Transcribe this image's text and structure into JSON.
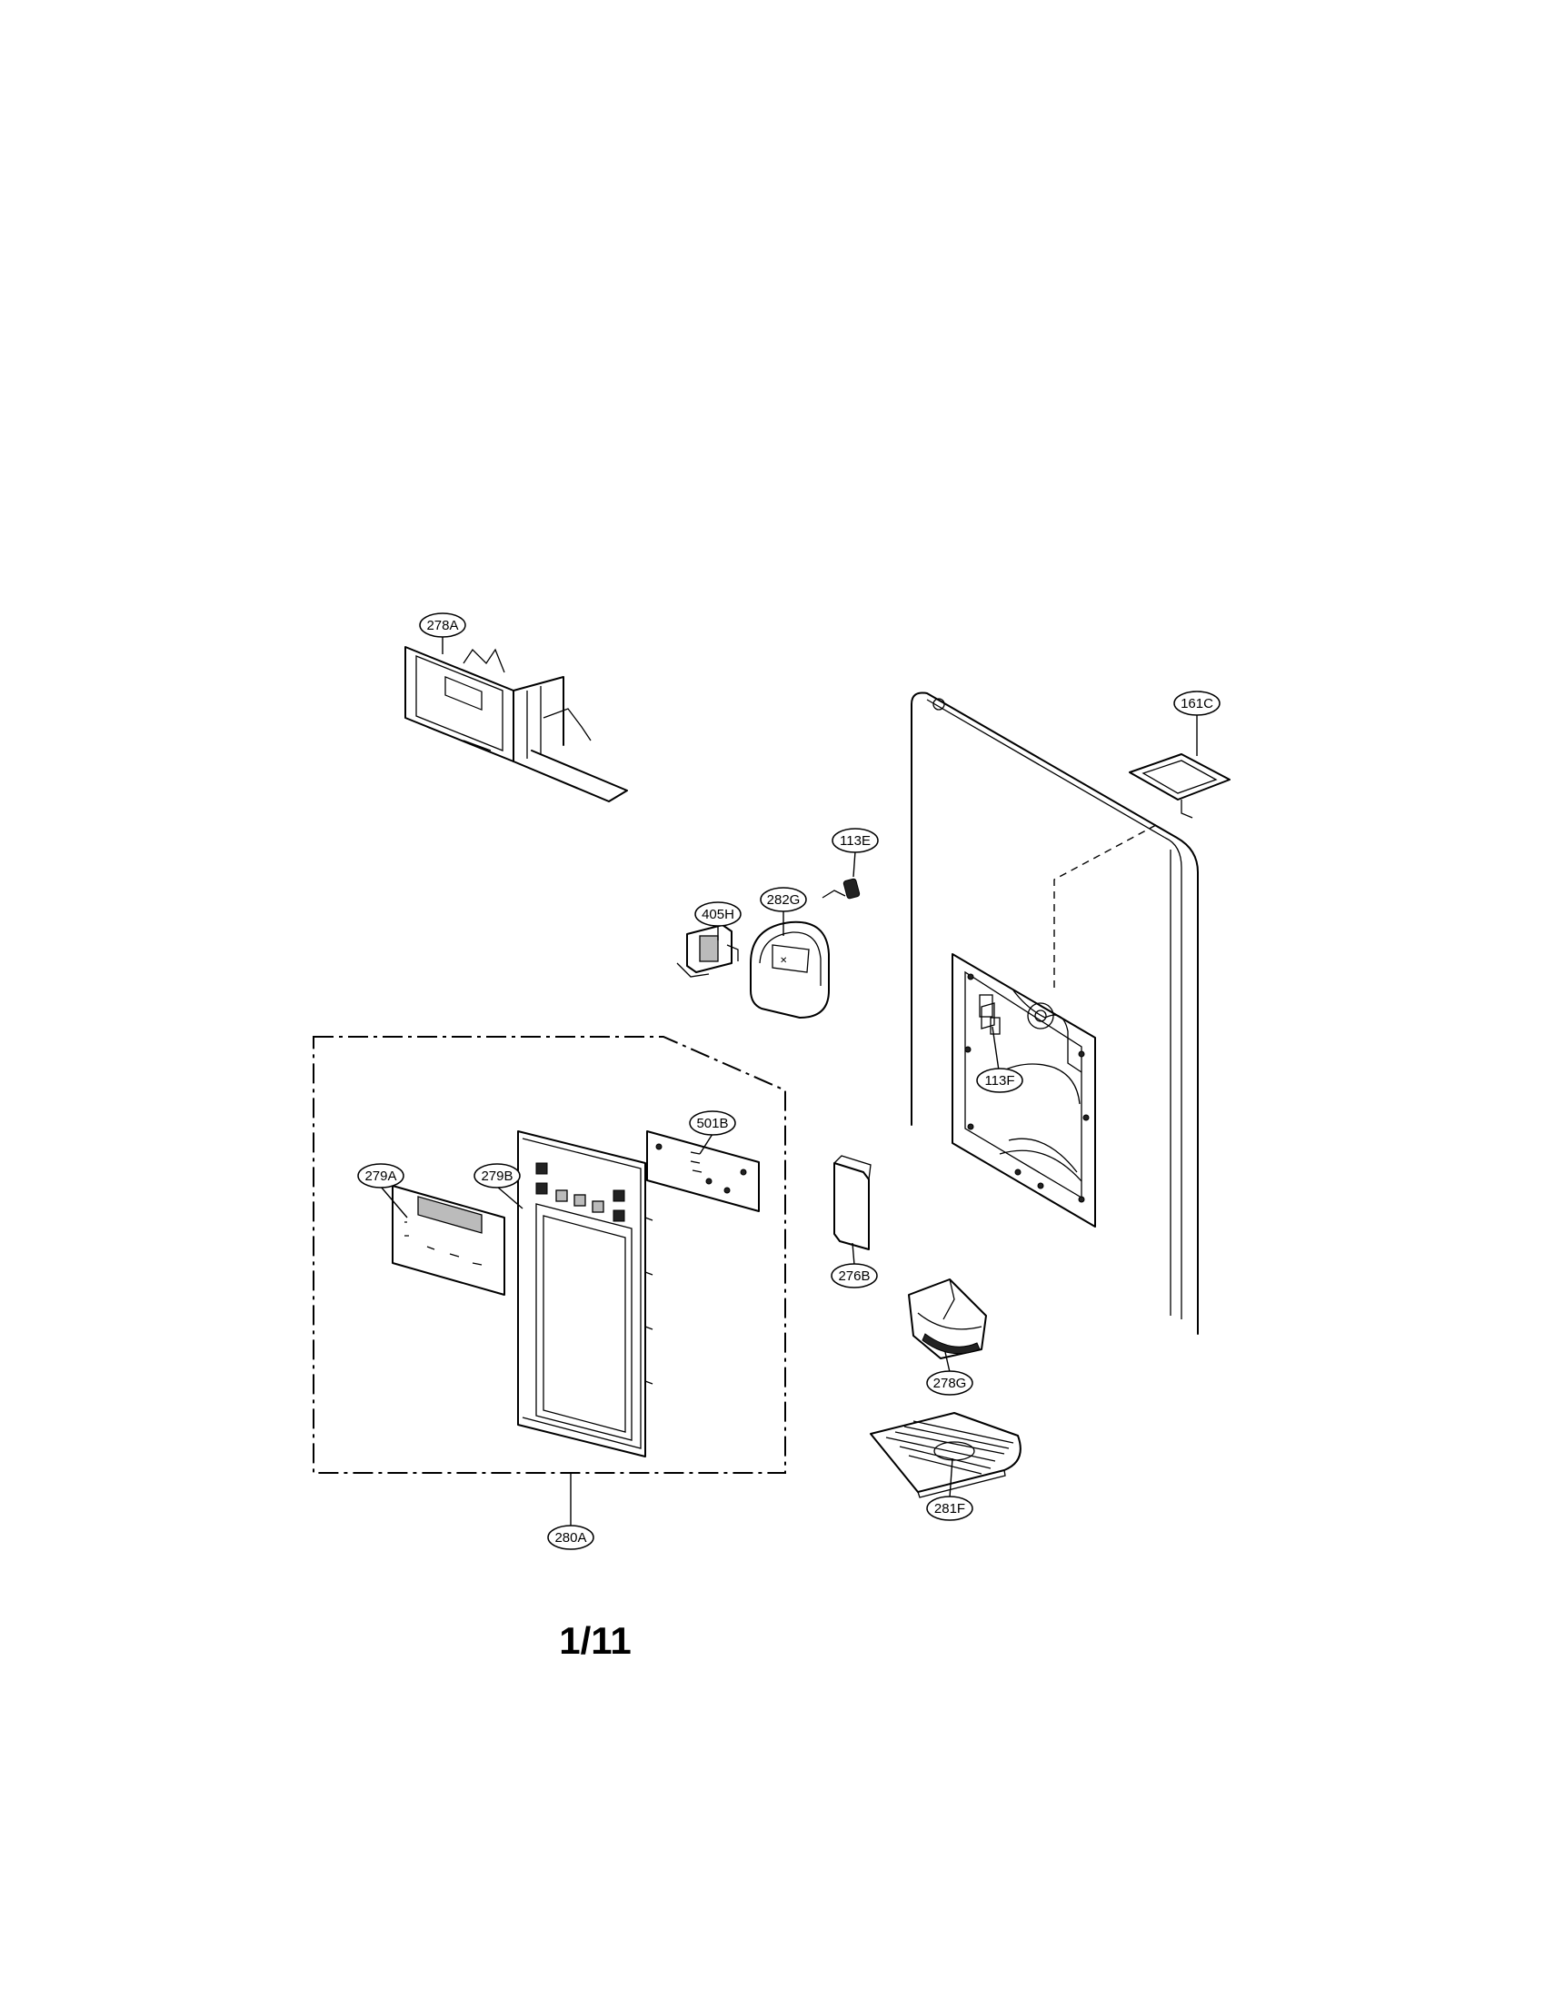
{
  "page_number": "1/11",
  "callouts": {
    "p278A": "278A",
    "p161C": "161C",
    "p113E": "113E",
    "p405H": "405H",
    "p282G": "282G",
    "p113F": "113F",
    "p501B": "501B",
    "p279A": "279A",
    "p279B": "279B",
    "p276B": "276B",
    "p278G": "278G",
    "p281F": "281F",
    "p280A": "280A"
  }
}
